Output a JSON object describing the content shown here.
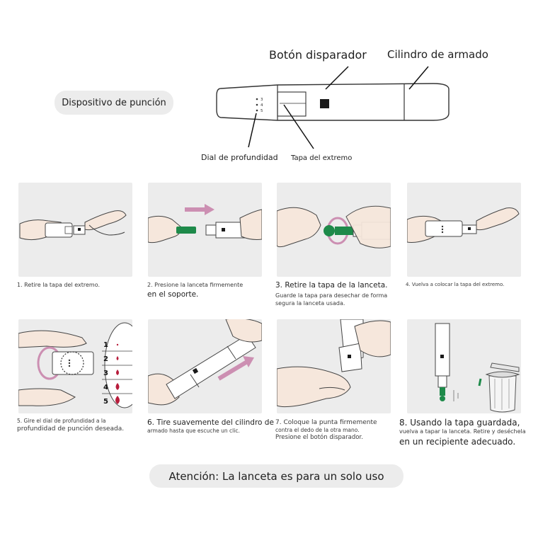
{
  "top": {
    "pill_label": "Dispositivo de punción",
    "callouts": {
      "trigger": "Botón disparador",
      "cylinder": "Cilindro de armado",
      "depth": "Dial de profundidad",
      "cap": "Tapa del extremo"
    }
  },
  "steps": [
    {
      "lines": [
        "1. Retire la tapa del extremo."
      ]
    },
    {
      "lines": [
        "2. Presione la lanceta firmemente",
        "en el soporte."
      ]
    },
    {
      "lines": [
        "3. Retire la tapa de la lanceta.",
        "Guarde la tapa para desechar de forma",
        "segura la lanceta usada."
      ]
    },
    {
      "lines": [
        "4. Vuelva a colocar la tapa del extremo."
      ]
    },
    {
      "lines": [
        "5. Gire el dial de profundidad a la",
        "profundidad de punción deseada."
      ]
    },
    {
      "lines": [
        "6. Tire suavemente del cilindro de",
        "armado hasta que escuche un clic."
      ]
    },
    {
      "lines": [
        "7. Coloque la punta firmemente",
        "contra el dedo de la otra mano.",
        "Presione el botón disparador."
      ]
    },
    {
      "lines": [
        "8. Usando la tapa guardada,",
        "vuelva a tapar la lanceta. Retire y deséchela",
        "en un recipiente adecuado."
      ]
    }
  ],
  "depth_levels": [
    "1",
    "2",
    "3",
    "4",
    "5"
  ],
  "dial_marks": [
    "3",
    "4",
    "5"
  ],
  "warning": "Atención: La lanceta es para un solo uso",
  "colors": {
    "panel_bg": "#ececec",
    "skin": "#f6e7dc",
    "outline": "#444444",
    "lancet_green": "#1e8a4a",
    "arrow_pink": "#cc8fb2",
    "drop_red": "#b81d3c"
  }
}
